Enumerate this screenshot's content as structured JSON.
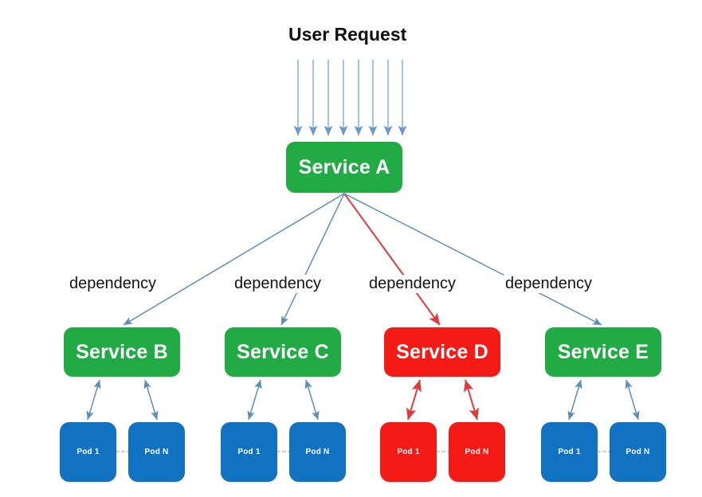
{
  "diagram": {
    "title": "User Request",
    "background_color": "#ffffff",
    "colors": {
      "service_healthy": "#22aa44",
      "service_failed": "#f41b17",
      "pod_healthy": "#1072c0",
      "pod_failed": "#f41b17",
      "edge_normal": "#5b8fb9",
      "edge_failed": "#e03b3b",
      "pod_link": "#cccccc",
      "text_on_node": "#ffffff",
      "text_label": "#111111"
    },
    "ingress": {
      "label": "User Request",
      "arrow_count": 8,
      "arrow_color": "#7fa9cf",
      "target": "Service A"
    },
    "root_service": {
      "id": "service-a",
      "label": "Service A",
      "status": "healthy",
      "color": "#22aa44"
    },
    "dependency_labels": [
      {
        "text": "dependency",
        "for": "Service B"
      },
      {
        "text": "dependency",
        "for": "Service C"
      },
      {
        "text": "dependency",
        "for": "Service D"
      },
      {
        "text": "dependency",
        "for": "Service E"
      }
    ],
    "services": [
      {
        "id": "service-b",
        "label": "Service B",
        "status": "healthy",
        "color": "#22aa44",
        "edge_from_root_color": "#5b8fb9",
        "pod_edge_color": "#5b8fb9",
        "pods": [
          {
            "label": "Pod 1",
            "color": "#1072c0",
            "status": "healthy"
          },
          {
            "label": "Pod N",
            "color": "#1072c0",
            "status": "healthy"
          }
        ]
      },
      {
        "id": "service-c",
        "label": "Service C",
        "status": "healthy",
        "color": "#22aa44",
        "edge_from_root_color": "#5b8fb9",
        "pod_edge_color": "#5b8fb9",
        "pods": [
          {
            "label": "Pod 1",
            "color": "#1072c0",
            "status": "healthy"
          },
          {
            "label": "Pod N",
            "color": "#1072c0",
            "status": "healthy"
          }
        ]
      },
      {
        "id": "service-d",
        "label": "Service D",
        "status": "failed",
        "color": "#f41b17",
        "edge_from_root_color": "#e03b3b",
        "pod_edge_color": "#e03b3b",
        "pods": [
          {
            "label": "Pod 1",
            "color": "#f41b17",
            "status": "failed"
          },
          {
            "label": "Pod N",
            "color": "#f41b17",
            "status": "failed"
          }
        ]
      },
      {
        "id": "service-e",
        "label": "Service E",
        "status": "healthy",
        "color": "#22aa44",
        "edge_from_root_color": "#5b8fb9",
        "pod_edge_color": "#5b8fb9",
        "pods": [
          {
            "label": "Pod 1",
            "color": "#1072c0",
            "status": "healthy"
          },
          {
            "label": "Pod N",
            "color": "#1072c0",
            "status": "healthy"
          }
        ]
      }
    ]
  }
}
